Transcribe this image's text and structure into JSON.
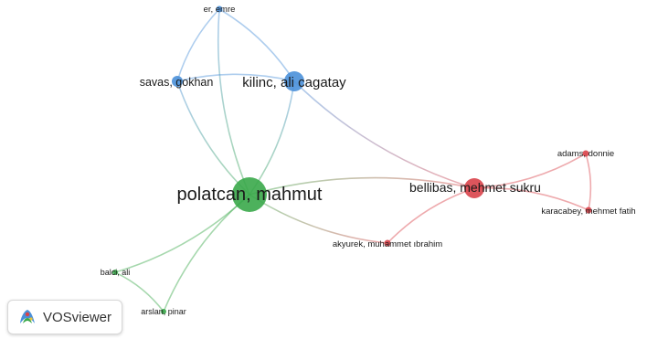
{
  "app": {
    "logo_text": "VOSviewer",
    "logo_icon": "vosviewer-logo-icon"
  },
  "colors": {
    "cluster_blue": "#4a90d9",
    "cluster_green": "#3aa84a",
    "cluster_red": "#d9434a",
    "cluster_green_small": "#6cc04a"
  },
  "nodes": [
    {
      "id": "er-emre",
      "label": "er, emre",
      "cluster": "blue",
      "weight": 1
    },
    {
      "id": "savas-gokhan",
      "label": "savas, gokhan",
      "cluster": "blue",
      "weight": 2
    },
    {
      "id": "kilinc-ali-cagatay",
      "label": "kilinc, ali cagatay",
      "cluster": "blue",
      "weight": 3
    },
    {
      "id": "polatcan-mahmut",
      "label": "polatcan, mahmut",
      "cluster": "green",
      "weight": 6
    },
    {
      "id": "bellibas-mehmet-sukru",
      "label": "bellibas, mehmet sukru",
      "cluster": "red",
      "weight": 4
    },
    {
      "id": "adams-donnie",
      "label": "adams, donnie",
      "cluster": "red",
      "weight": 1
    },
    {
      "id": "karacabey-mehmet-fatih",
      "label": "karacabey, mehmet fatih",
      "cluster": "red",
      "weight": 1
    },
    {
      "id": "akyurek-muhammet-ibrahim",
      "label": "akyurek, muhammet ıbrahim",
      "cluster": "red",
      "weight": 1
    },
    {
      "id": "balci-ali",
      "label": "balci, ali",
      "cluster": "green",
      "weight": 1
    },
    {
      "id": "arslan-pinar",
      "label": "arslan, pinar",
      "cluster": "green",
      "weight": 1
    }
  ],
  "links": [
    [
      "er-emre",
      "savas-gokhan"
    ],
    [
      "er-emre",
      "kilinc-ali-cagatay"
    ],
    [
      "er-emre",
      "polatcan-mahmut"
    ],
    [
      "savas-gokhan",
      "kilinc-ali-cagatay"
    ],
    [
      "savas-gokhan",
      "polatcan-mahmut"
    ],
    [
      "kilinc-ali-cagatay",
      "polatcan-mahmut"
    ],
    [
      "kilinc-ali-cagatay",
      "bellibas-mehmet-sukru"
    ],
    [
      "polatcan-mahmut",
      "bellibas-mehmet-sukru"
    ],
    [
      "polatcan-mahmut",
      "akyurek-muhammet-ibrahim"
    ],
    [
      "polatcan-mahmut",
      "balci-ali"
    ],
    [
      "polatcan-mahmut",
      "arslan-pinar"
    ],
    [
      "balci-ali",
      "arslan-pinar"
    ],
    [
      "bellibas-mehmet-sukru",
      "adams-donnie"
    ],
    [
      "bellibas-mehmet-sukru",
      "karacabey-mehmet-fatih"
    ],
    [
      "bellibas-mehmet-sukru",
      "akyurek-muhammet-ibrahim"
    ],
    [
      "adams-donnie",
      "karacabey-mehmet-fatih"
    ]
  ]
}
